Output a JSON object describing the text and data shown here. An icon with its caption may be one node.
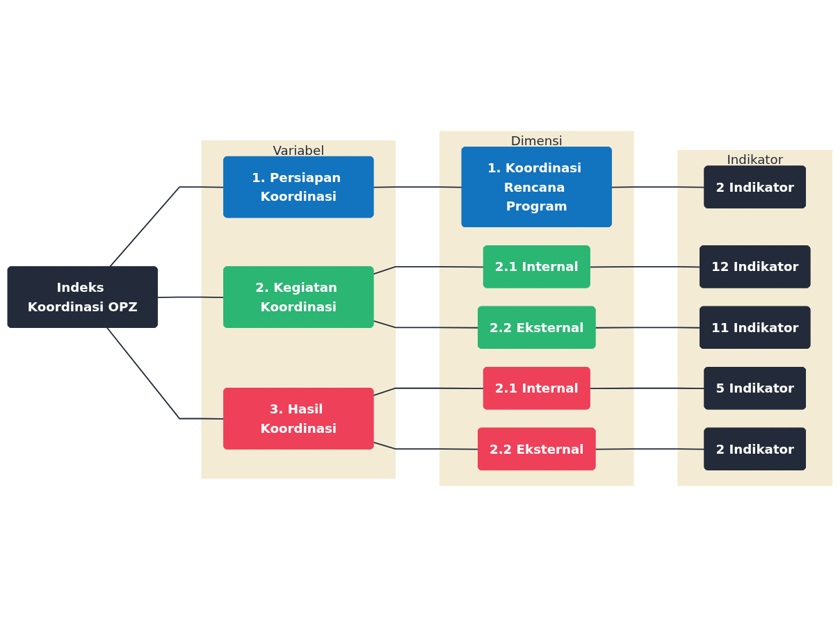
{
  "diagram": {
    "nodes": [
      {
        "text": [
          "Indeks Koordinasi OPZ"
        ]
      },
      {
        "text": [
          "Variabel"
        ]
      },
      {
        "text": [
          "1. Persiapan Koordinasi"
        ],
        "in": 1
      },
      {
        "text": [
          "2. Kegiatan Koordinasi"
        ],
        "in": 1
      },
      {
        "text": [
          "3. Hasil Koordinasi"
        ],
        "in": 1
      },
      {
        "text": [
          "Dimensi"
        ]
      },
      {
        "text": [
          "1. Koordinasi Rencana Program"
        ],
        "in": 5
      },
      {
        "text": [
          "2.1 Internal"
        ],
        "in": 5
      },
      {
        "text": [
          "2.2 Eksternal"
        ],
        "in": 5
      },
      {
        "text": [
          "2.1 Internal"
        ],
        "in": 5
      },
      {
        "text": [
          "2.2 Eksternal"
        ],
        "in": 5
      },
      {
        "text": [
          "Indikator"
        ]
      },
      {
        "text": [
          "2 Indikator"
        ],
        "in": 11
      },
      {
        "text": [
          "12 Indikator"
        ],
        "in": 11
      },
      {
        "text": [
          "11 Indikator"
        ],
        "in": 11
      },
      {
        "text": [
          "5 Indikator"
        ],
        "in": 11
      },
      {
        "text": [
          "2 Indikator"
        ],
        "in": 11
      }
    ],
    "edges": [
      {
        "from": 0,
        "to": 2,
        "arrow": "none"
      },
      {
        "from": 0,
        "to": 3,
        "arrow": "none"
      },
      {
        "from": 0,
        "to": 4,
        "arrow": "none"
      },
      {
        "from": 2,
        "to": 6,
        "arrow": "none"
      },
      {
        "from": 3,
        "to": 7,
        "arrow": "none"
      },
      {
        "from": 3,
        "to": 8,
        "arrow": "none"
      },
      {
        "from": 4,
        "to": 9,
        "arrow": "none"
      },
      {
        "from": 4,
        "to": 10,
        "arrow": "none"
      },
      {
        "from": 6,
        "to": 12,
        "arrow": "none"
      },
      {
        "from": 7,
        "to": 13,
        "arrow": "none"
      },
      {
        "from": 8,
        "to": 14,
        "arrow": "none"
      },
      {
        "from": 9,
        "to": 15,
        "arrow": "none"
      },
      {
        "from": 10,
        "to": 16,
        "arrow": "none"
      }
    ]
  }
}
